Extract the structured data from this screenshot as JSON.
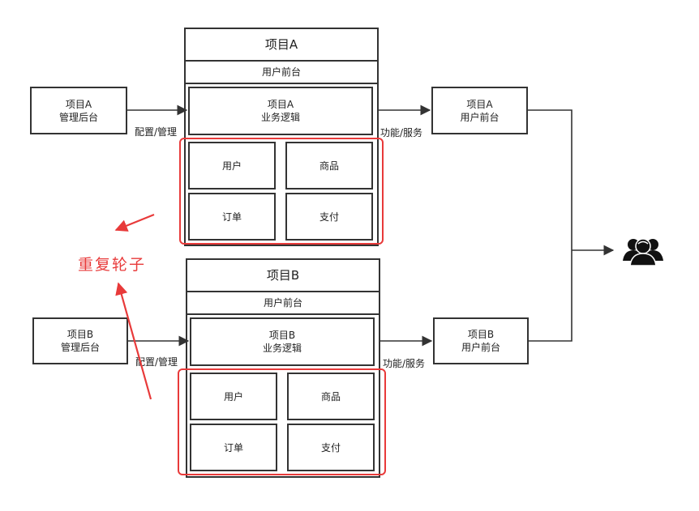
{
  "project_a": {
    "title": "项目A",
    "frontend_header": "用户前台",
    "business_logic": "项目A\n业务逻辑",
    "modules": [
      "用户",
      "商品",
      "订单",
      "支付"
    ],
    "admin": "项目A\n管理后台",
    "admin_edge_label": "配置/管理",
    "service_edge_label": "功能/服务",
    "user_frontend": "项目A\n用户前台"
  },
  "project_b": {
    "title": "项目B",
    "frontend_header": "用户前台",
    "business_logic": "项目B\n业务逻辑",
    "modules": [
      "用户",
      "商品",
      "订单",
      "支付"
    ],
    "admin": "项目B\n管理后台",
    "admin_edge_label": "配置/管理",
    "service_edge_label": "功能/服务",
    "user_frontend": "项目B\n用户前台"
  },
  "annotation": {
    "text": "重复轮子",
    "color": "#e83a3a"
  },
  "users_icon": "users-group-icon"
}
